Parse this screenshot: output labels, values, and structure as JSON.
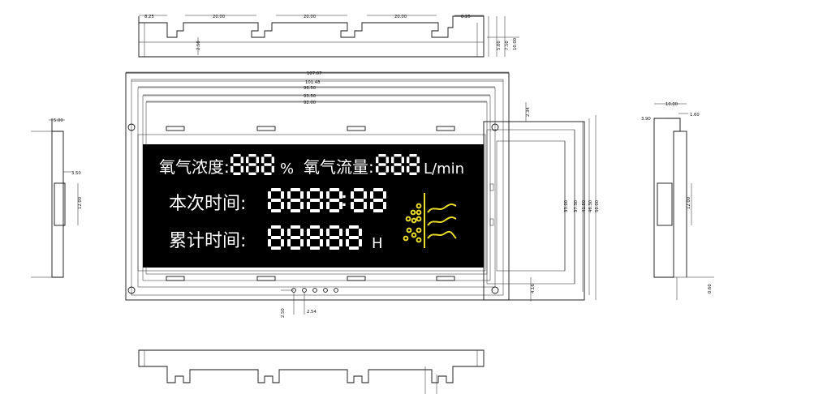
{
  "dimensions": {
    "top_view": {
      "left": "8.25",
      "seg1": "20.00",
      "seg2": "20.00",
      "seg3": "20.00",
      "right": "8.25",
      "tab_h": "2.50",
      "h1": "5.00",
      "h2": "7.50",
      "h3": "10.00"
    },
    "front_view": {
      "w1": "107.07",
      "w2": "101.48",
      "w3": "96.50",
      "w4": "93.50",
      "w5": "92.00",
      "h_a": "33.00",
      "h_b": "37.30",
      "h_c": "41.50",
      "h_d": "46.30",
      "h_e": "50.00",
      "top_gap": "2.34",
      "bottom_gap": "4.16",
      "pin_h": "2.50",
      "pin_pitch": "2.54"
    },
    "left_view": {
      "w": "5.00",
      "pin": "3.50",
      "window": "12.00"
    },
    "right_view": {
      "w": "10.00",
      "off": "3.90",
      "t": "1.60",
      "window": "12.00",
      "pin": "0.60"
    }
  },
  "lcd": {
    "row1": {
      "label1": "氧气浓度:",
      "digits1": "888",
      "unit1": "%",
      "label2": "氧气流量:",
      "digits2": "888",
      "unit2": "L/min"
    },
    "row2": {
      "label": "本次时间:",
      "digits": "888888"
    },
    "row3": {
      "label": "累计时间:",
      "digits": "88888",
      "unit": "H"
    }
  },
  "colors": {
    "lcd_background": "#000000",
    "segment": "#ffffff",
    "oxygen_icon": "#e8dc2a",
    "line": "#111111"
  },
  "icons": {
    "oxygen_flow": "oxygen-bubbles-waves-icon"
  }
}
